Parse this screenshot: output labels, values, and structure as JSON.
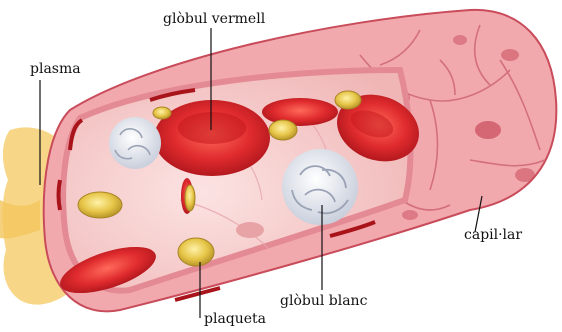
{
  "labels": {
    "red_cell": "glòbul vermell",
    "plasma": "plasma",
    "capillary": "capil·lar",
    "white_cell": "glòbul blanc",
    "platelet": "plaqueta"
  },
  "colors": {
    "plasma": "#f6d27a",
    "vessel_wall": "#e98a92",
    "vessel_outer": "#f2a9ae",
    "vessel_dark": "#c94c5b",
    "red_cell": "#d8262b",
    "red_cell_dark": "#a8141a",
    "platelet": "#e8c64a",
    "white_cell": "#f2f4f8"
  }
}
